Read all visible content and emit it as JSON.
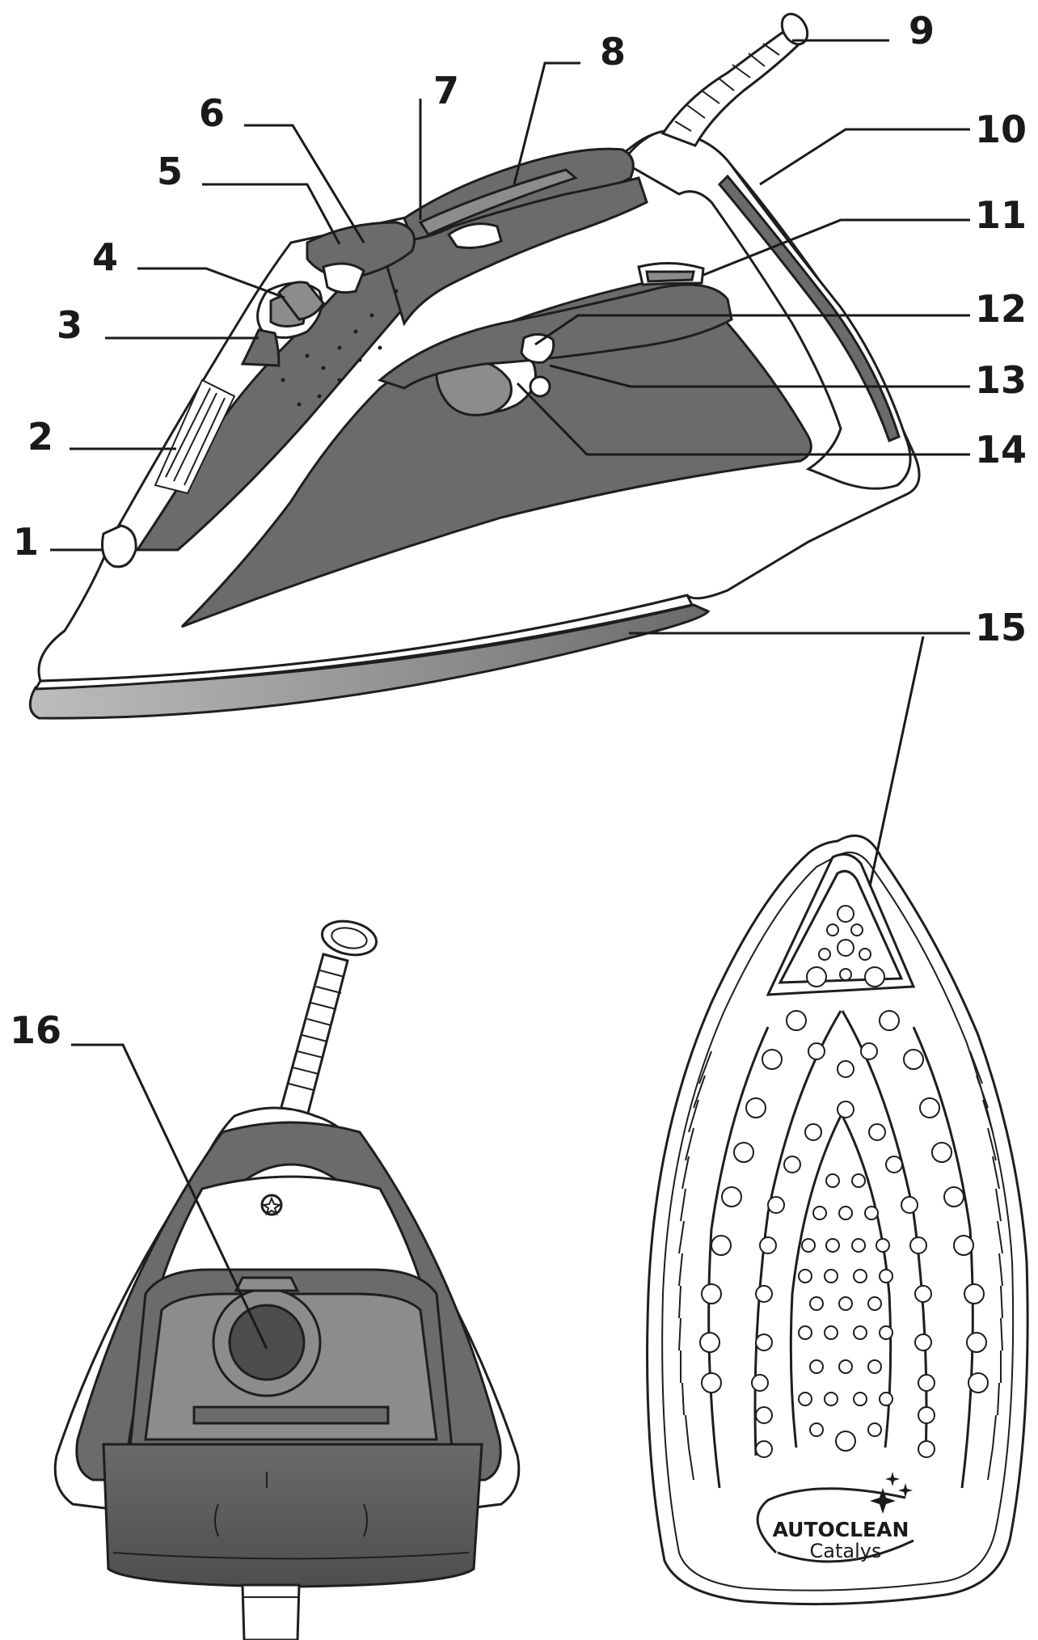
{
  "labels": [
    {
      "num": "1"
    },
    {
      "num": "2"
    },
    {
      "num": "3"
    },
    {
      "num": "4"
    },
    {
      "num": "5"
    },
    {
      "num": "6"
    },
    {
      "num": "7"
    },
    {
      "num": "8"
    },
    {
      "num": "9"
    },
    {
      "num": "10"
    },
    {
      "num": "11"
    },
    {
      "num": "12"
    },
    {
      "num": "13"
    },
    {
      "num": "14"
    },
    {
      "num": "15"
    },
    {
      "num": "16"
    }
  ],
  "soleplate_brand": {
    "line1": "AUTOCLEAN",
    "line2": "Catalys"
  },
  "colors": {
    "dark": "#6b6b6b",
    "mid": "#8c8c8c",
    "light": "#d9d9d9",
    "outline": "#1e1e1e"
  }
}
